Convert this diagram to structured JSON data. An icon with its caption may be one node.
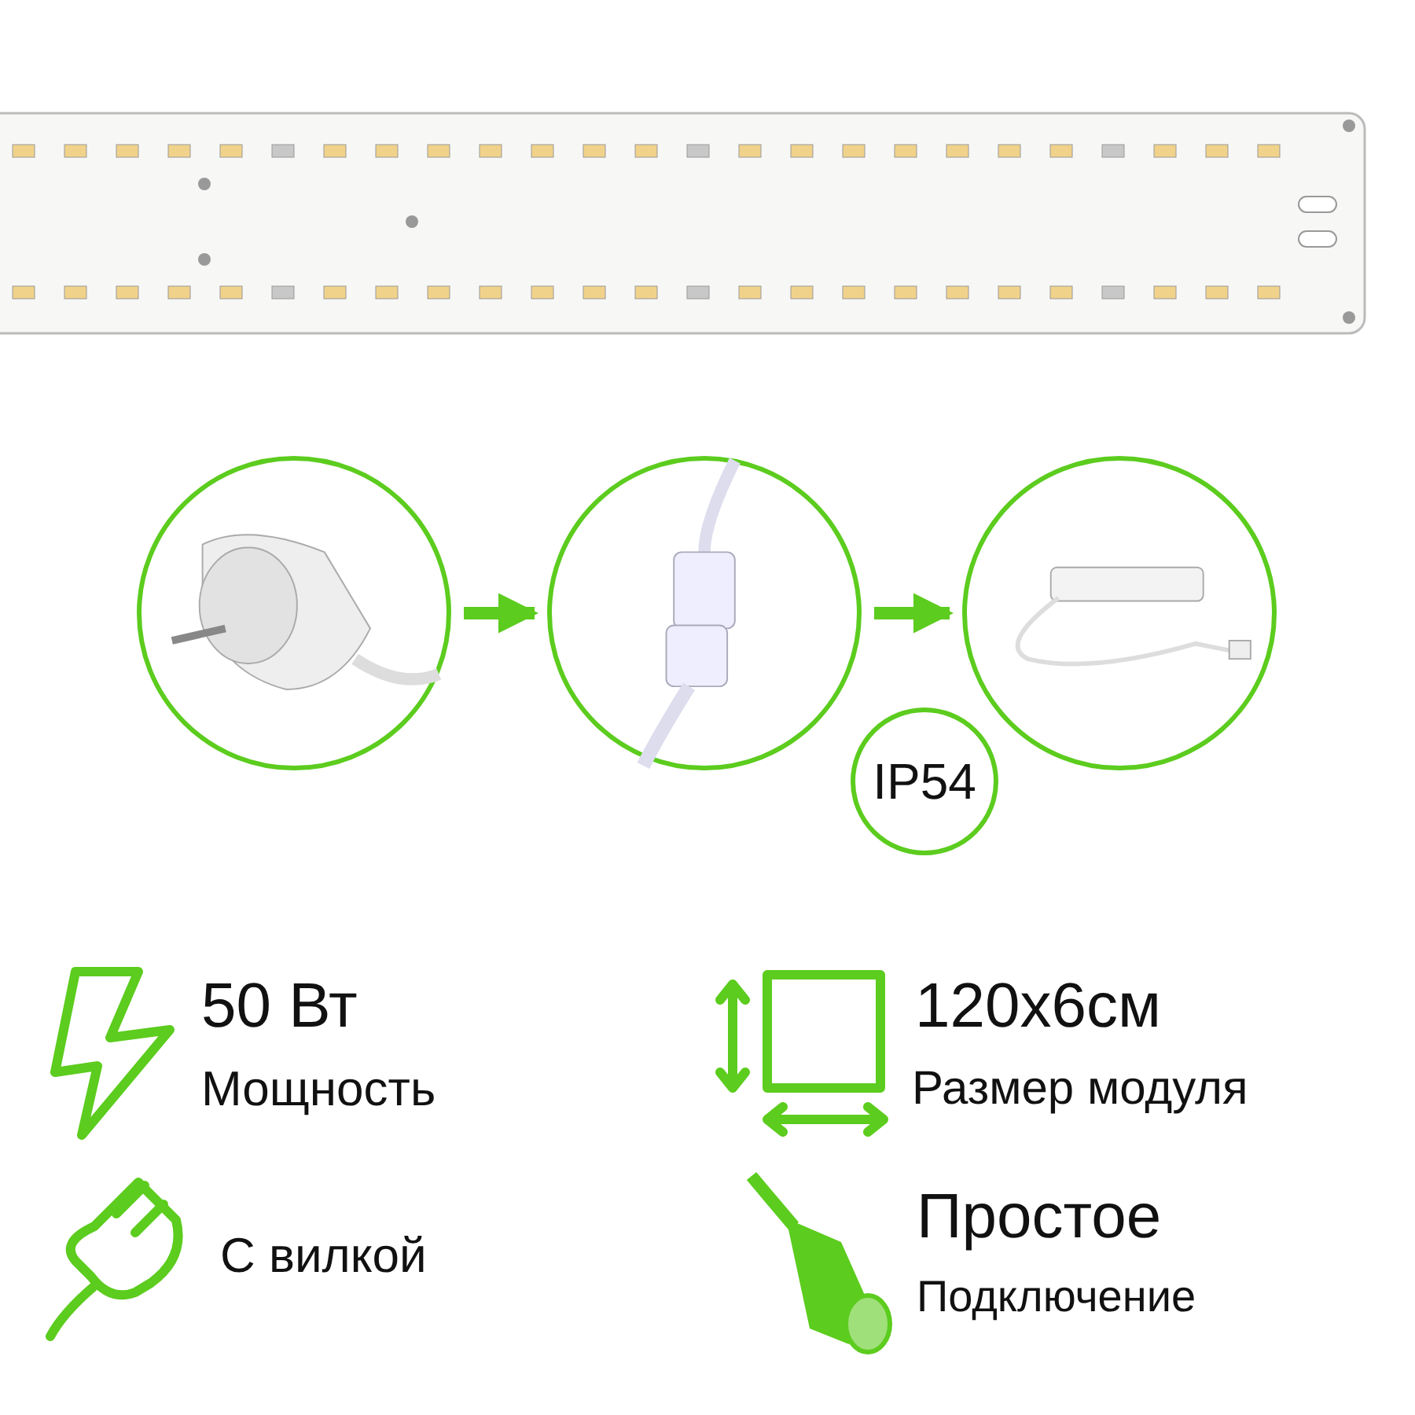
{
  "diagram": {
    "nodes": [
      {
        "text": [],
        "shape": "picture"
      },
      {
        "text": [],
        "shape": "picture"
      },
      {
        "text": [],
        "shape": "picture"
      },
      {
        "text": [
          "IP54"
        ]
      }
    ],
    "edges": [
      {
        "from": 0,
        "to": 1,
        "arrow": "to"
      },
      {
        "from": 1,
        "to": 2,
        "arrow": "to"
      }
    ],
    "labels": [
      "50 Вт",
      "Мощность",
      "120x6см",
      "Размер модуля",
      "С вилкой",
      "Простое",
      "Подключение"
    ]
  }
}
